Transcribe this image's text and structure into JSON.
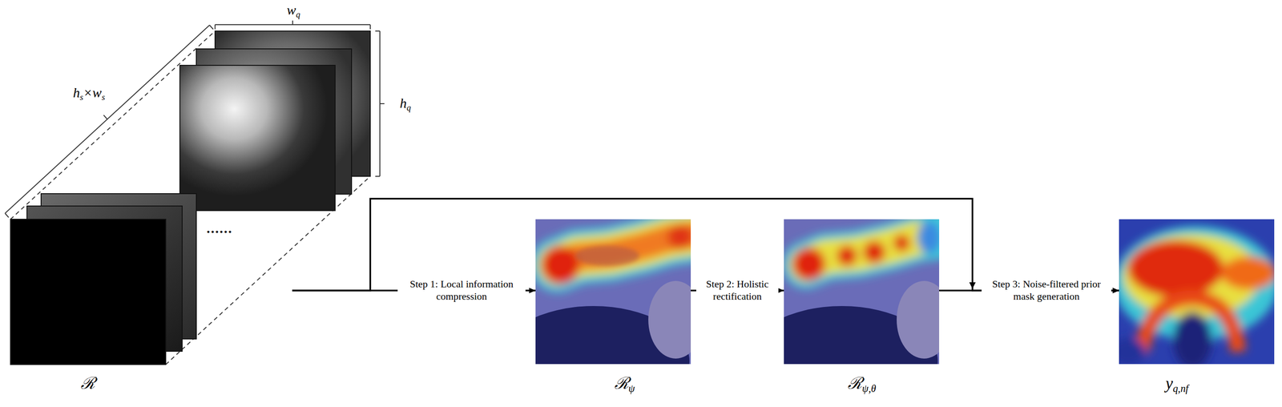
{
  "diagram": {
    "nodes": [
      {
        "text": [
          "ℛ"
        ]
      },
      {
        "text": [
          "ℛψ"
        ]
      },
      {
        "text": [
          "ℛψ,θ"
        ]
      },
      {
        "text": [
          "yq,nf"
        ]
      }
    ],
    "edges": [
      {
        "from": 0,
        "to": 1,
        "arrow": "to",
        "label": "Step 1: Local information compression"
      },
      {
        "from": 1,
        "to": 2,
        "arrow": "to",
        "label": "Step 2: Holistic rectification"
      },
      {
        "from": 2,
        "to": 3,
        "arrow": "to",
        "label": "Step 3: Noise-filtered prior mask generation"
      },
      {
        "from": 0,
        "to": 3,
        "arrow": "to"
      }
    ],
    "labels": [
      "hs×ws",
      "wq",
      "hq",
      "......"
    ]
  }
}
